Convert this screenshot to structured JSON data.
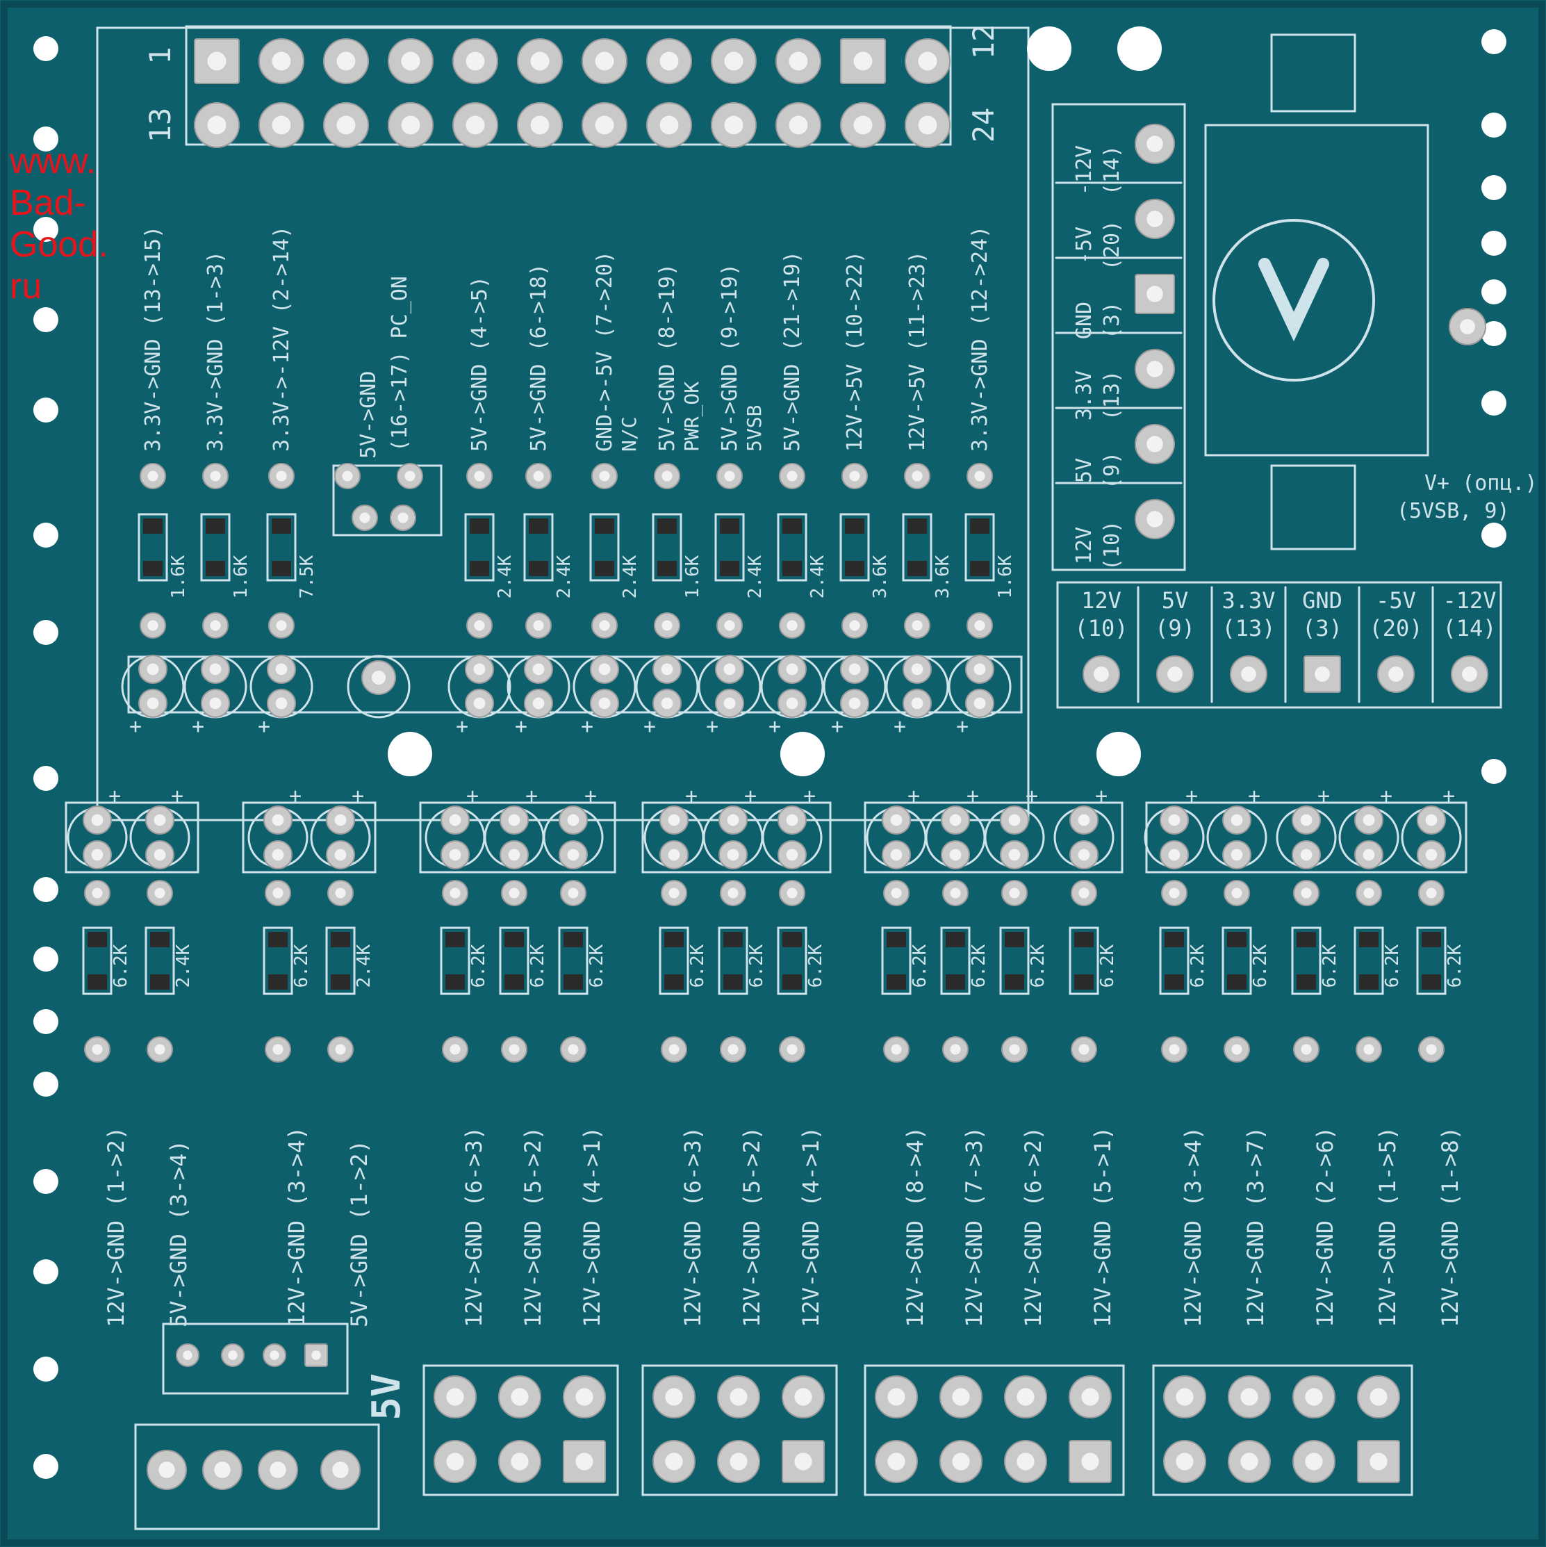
{
  "watermark": {
    "lines": [
      "www.",
      "Bad-",
      "Good.",
      "ru"
    ]
  },
  "colors": {
    "board": "#0e5f6c",
    "board_edge": "#0a4b57",
    "silk": "#cfe3ea",
    "pad": "#c9c9c9",
    "pad_hole": "#f2f2f2",
    "watermark": "#e8141b"
  },
  "atx_header": {
    "pin_label_top_left": "1",
    "pin_label_bottom_left": "13",
    "pin_label_top_right": "12",
    "pin_label_bottom_right": "24"
  },
  "top_channels": [
    {
      "label": "3.3V->GND (13->15)",
      "resistor": "1.6K"
    },
    {
      "label": "3.3V->GND (1->3)",
      "resistor": "1.6K"
    },
    {
      "label": "3.3V->-12V (2->14)",
      "resistor": "7.5K"
    },
    {
      "label": "5V->GND",
      "resistor": ""
    },
    {
      "label": "(16->17) PC_ON",
      "resistor": ""
    },
    {
      "label": "5V->GND (4->5)",
      "resistor": "2.4K"
    },
    {
      "label": "5V->GND (6->18)",
      "resistor": "2.4K"
    },
    {
      "label": "GND->-5V (7->20)",
      "sublabel": "N/C",
      "resistor": "2.4K"
    },
    {
      "label": "5V->GND (8->19)",
      "sublabel": "PWR_OK",
      "resistor": "1.6K"
    },
    {
      "label": "5V->GND (9->19)",
      "sublabel": "5VSB",
      "resistor": "2.4K"
    },
    {
      "label": "5V->GND (21->19)",
      "resistor": "2.4K"
    },
    {
      "label": "12V->5V (10->22)",
      "resistor": "3.6K"
    },
    {
      "label": "12V->5V (11->23)",
      "resistor": "3.6K"
    },
    {
      "label": "3.3V->GND (12->24)",
      "resistor": "1.6K"
    }
  ],
  "voltmeter_rail": [
    {
      "v": "-12V",
      "pin": "(14)"
    },
    {
      "v": "-5V",
      "pin": "(20)"
    },
    {
      "v": "GND",
      "pin": "(3)"
    },
    {
      "v": "3.3V",
      "pin": "(13)"
    },
    {
      "v": "5V",
      "pin": "(9)"
    },
    {
      "v": "12V",
      "pin": "(10)"
    }
  ],
  "voltmeter_note": {
    "line1": "V+ (опц.)",
    "line2": "(5VSB, 9)"
  },
  "terminal_row": [
    {
      "v": "12V",
      "pin": "(10)"
    },
    {
      "v": "5V",
      "pin": "(9)"
    },
    {
      "v": "3.3V",
      "pin": "(13)"
    },
    {
      "v": "GND",
      "pin": "(3)"
    },
    {
      "v": "-5V",
      "pin": "(20)"
    },
    {
      "v": "-12V",
      "pin": "(14)"
    }
  ],
  "bottom_groups": [
    {
      "connector": "Molex 4-pin",
      "channels": [
        {
          "label": "12V->GND (1->2)",
          "resistor": "6.2K"
        },
        {
          "label": "5V->GND (3->4)",
          "resistor": "2.4K"
        }
      ]
    },
    {
      "connector": "",
      "channels": [
        {
          "label": "12V->GND (3->4)",
          "resistor": "6.2K"
        },
        {
          "label": "5V->GND (1->2)",
          "resistor": "2.4K"
        }
      ]
    },
    {
      "connector": "PCIe 6-pin",
      "channels": [
        {
          "label": "12V->GND (6->3)",
          "resistor": "6.2K"
        },
        {
          "label": "12V->GND (5->2)",
          "resistor": "6.2K"
        },
        {
          "label": "12V->GND (4->1)",
          "resistor": "6.2K"
        }
      ]
    },
    {
      "connector": "PCIe 6-pin",
      "channels": [
        {
          "label": "12V->GND (6->3)",
          "resistor": "6.2K"
        },
        {
          "label": "12V->GND (5->2)",
          "resistor": "6.2K"
        },
        {
          "label": "12V->GND (4->1)",
          "resistor": "6.2K"
        }
      ]
    },
    {
      "connector": "EPS 8-pin",
      "channels": [
        {
          "label": "12V->GND (8->4)",
          "resistor": "6.2K"
        },
        {
          "label": "12V->GND (7->3)",
          "resistor": "6.2K"
        },
        {
          "label": "12V->GND (6->2)",
          "resistor": "6.2K"
        },
        {
          "label": "12V->GND (5->1)",
          "resistor": "6.2K"
        }
      ]
    },
    {
      "connector": "PCIe 8-pin",
      "channels": [
        {
          "label": "12V->GND (3->4)",
          "resistor": "6.2K"
        },
        {
          "label": "12V->GND (3->7)",
          "resistor": "6.2K"
        },
        {
          "label": "12V->GND (2->6)",
          "resistor": "6.2K"
        },
        {
          "label": "12V->GND (1->5)",
          "resistor": "6.2K"
        },
        {
          "label": "12V->GND (1->8)",
          "resistor": "6.2K"
        }
      ]
    }
  ],
  "fdd_label": "5V",
  "plus_mark": "+"
}
